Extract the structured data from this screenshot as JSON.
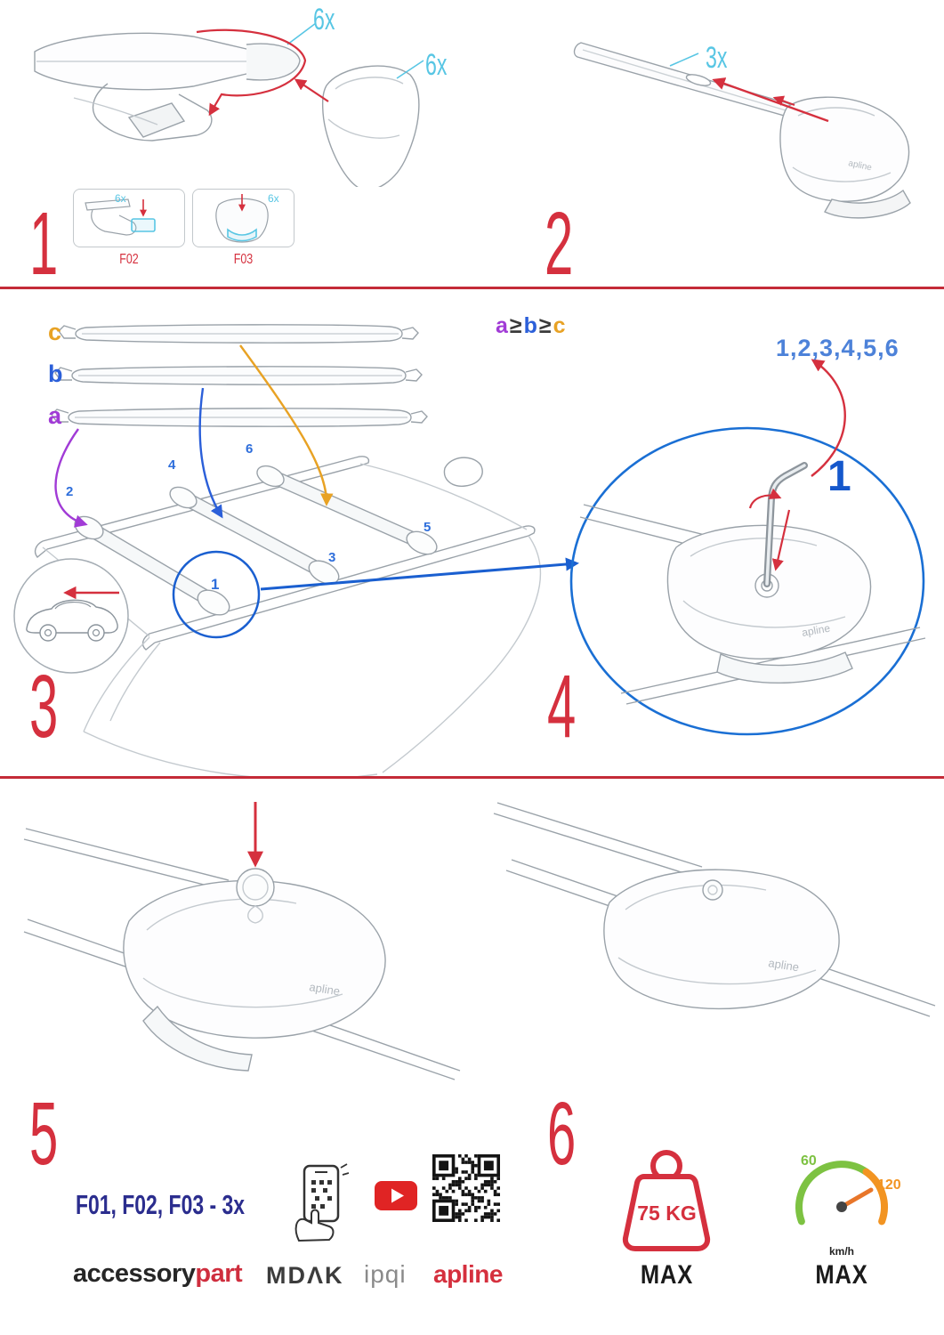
{
  "colors": {
    "accent_red": "#d5303e",
    "divider_red": "#c42b38",
    "cyan": "#58c6e4",
    "blue": "#2b5fd9",
    "focus_blue": "#1a5fd0",
    "purple": "#a13bd6",
    "orange": "#e8a224",
    "navy": "#2b2d8e",
    "gauge_green": "#7dc242",
    "gauge_orange": "#f29422",
    "youtube_red": "#e02424"
  },
  "brand_small": "apline",
  "steps": {
    "s1": {
      "number": "1",
      "count_cap": "6x",
      "count_cover": "6x",
      "inset1": {
        "label": "F02",
        "count": "6x"
      },
      "inset2": {
        "label": "F03",
        "count": "6x"
      }
    },
    "s2": {
      "number": "2",
      "count": "3x"
    },
    "s3": {
      "number": "3",
      "bar_labels": [
        "c",
        "b",
        "a"
      ],
      "formula": [
        "a",
        "≥",
        "b",
        "≥",
        "c"
      ],
      "positions": [
        "1",
        "2",
        "3",
        "4",
        "5",
        "6"
      ]
    },
    "s4": {
      "number": "4",
      "sequence": "1,2,3,4,5,6",
      "first": "1"
    },
    "s5": {
      "number": "5"
    },
    "s6": {
      "number": "6"
    }
  },
  "footer": {
    "parts_line": "F01, F02, F03 - 3x",
    "brand_accessory": "accessory",
    "brand_part": "part",
    "brand_mdak": "MDΛK",
    "brand_ipqi": "ipqi",
    "brand_apline": "apline",
    "weight_value": "75 KG",
    "weight_max": "MAX",
    "speed_low": "60",
    "speed_high": "120",
    "speed_unit": "km/h",
    "speed_max": "MAX"
  }
}
